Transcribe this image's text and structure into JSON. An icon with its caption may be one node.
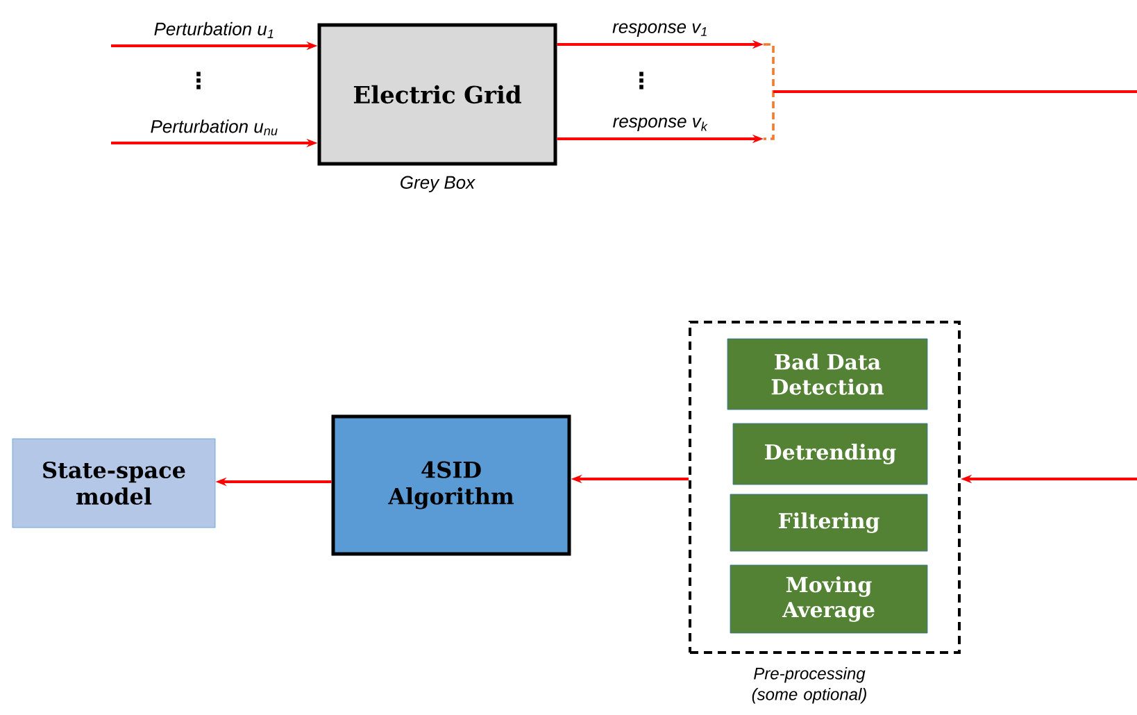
{
  "diagram": {
    "nodes": [
      {
        "text": [
          "Electric Grid"
        ],
        "beside": [
          "Grey Box"
        ]
      },
      {
        "text": [
          "Pre-processing (some optional)"
        ]
      },
      {
        "text": [
          "Bad Data Detection"
        ],
        "in": 1
      },
      {
        "text": [
          "Detrending"
        ],
        "in": 1
      },
      {
        "text": [
          "Filtering"
        ],
        "in": 1
      },
      {
        "text": [
          "Moving Average"
        ],
        "in": 1
      },
      {
        "text": [
          "4SID Algorithm"
        ]
      },
      {
        "text": [
          "State-space model"
        ]
      }
    ],
    "edges": [
      {
        "from": null,
        "to": 0,
        "arrow": "to",
        "label": "Perturbation u$_{1}$"
      },
      {
        "from": null,
        "to": 0,
        "arrow": "to",
        "label": "Perturbation u$_{nu}$"
      },
      {
        "from": 0,
        "to": null,
        "arrow": "to",
        "label": "response v$_{1}$"
      },
      {
        "from": 0,
        "to": null,
        "arrow": "to",
        "label": "response v$_{k}$"
      },
      {
        "from": null,
        "to": 1,
        "arrow": "to"
      },
      {
        "from": 1,
        "to": 6,
        "arrow": "to"
      },
      {
        "from": 6,
        "to": 7,
        "arrow": "to"
      }
    ],
    "labels": [
      "⋮",
      "⋮"
    ]
  }
}
